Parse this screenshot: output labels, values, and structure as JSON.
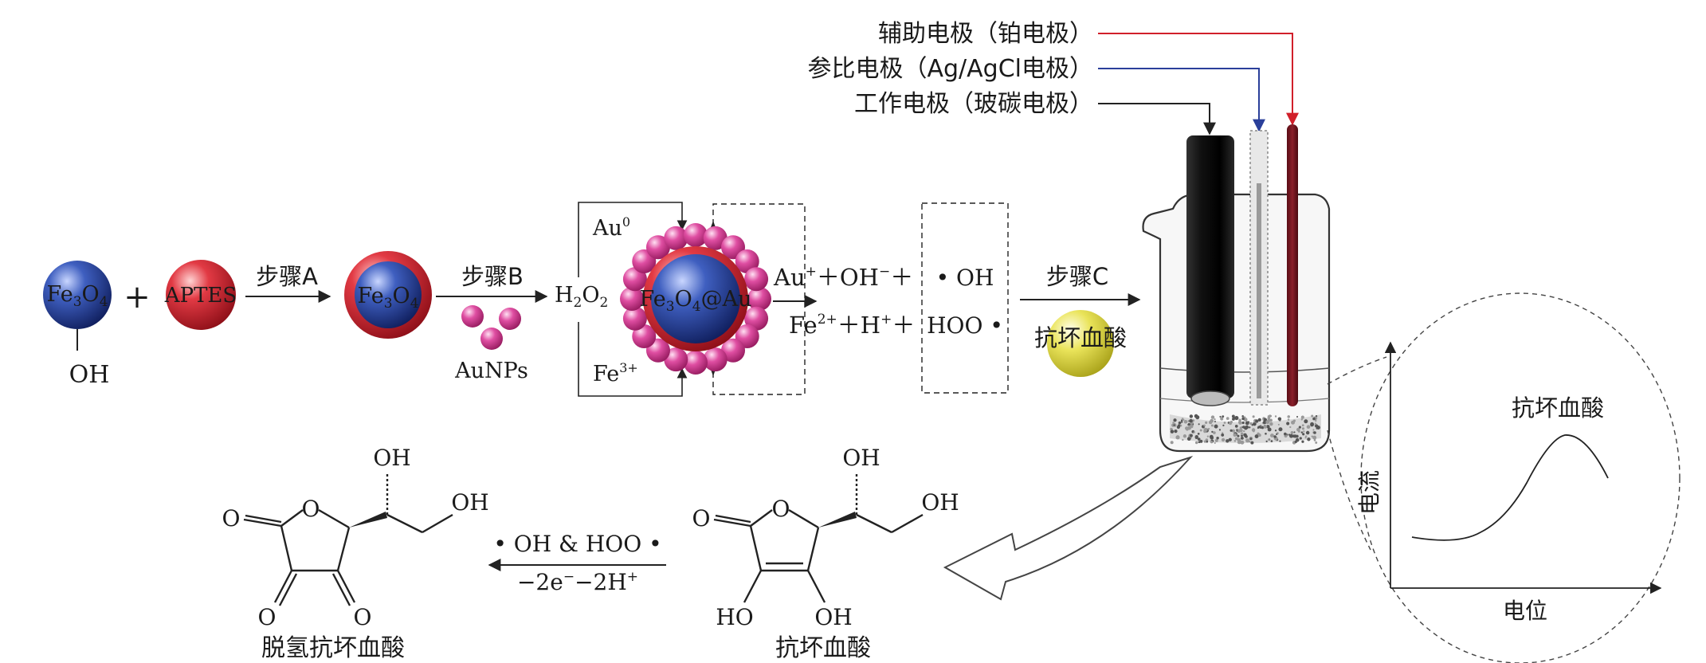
{
  "electrodes": {
    "auxiliary": "辅助电极（铂电极）",
    "reference": "参比电极（Ag/AgCl电极）",
    "working": "工作电极（玻碳电极）"
  },
  "reactants": {
    "fe3o4": {
      "base": "Fe",
      "s1": "3",
      "mid": "O",
      "s2": "4"
    },
    "oh": "OH",
    "plus": "+",
    "aptes": "APTES",
    "aunps": "AuNPs",
    "h2o2": {
      "base": "H",
      "s1": "2",
      "mid": "O",
      "s2": "2"
    },
    "composite": {
      "a": "Fe",
      "s1": "3",
      "b": "O",
      "s2": "4",
      "c": "@Au"
    },
    "au0": {
      "base": "Au",
      "sup": "0"
    },
    "fe3": {
      "base": "Fe",
      "sup": "3+"
    }
  },
  "steps": {
    "a": "步骤A",
    "b": "步骤B",
    "c": "步骤C"
  },
  "products": {
    "line1": {
      "au": "Au",
      "au_sup": "+",
      "oh": "＋OH",
      "oh_sup": "−",
      "plus": "＋"
    },
    "line2": {
      "fe": "Fe",
      "fe_sup": "2+",
      "h": "＋H",
      "h_sup": "+",
      "plus": "＋"
    },
    "radical_oh": "• OH",
    "radical_hoo": "HOO •"
  },
  "ascorbic_acid_label": "抗坏血酸",
  "reaction": {
    "top": "• OH & HOO •",
    "bottom": {
      "t1": "−2e",
      "s1": "−",
      "t2": "−2H",
      "s2": "+"
    }
  },
  "molecules": {
    "dehydro_name": "脱氢抗坏血酸",
    "ascorbic_name": "抗坏血酸",
    "atom_O": "O",
    "atom_OH": "OH",
    "atom_HO": "HO"
  },
  "inset_plot": {
    "ylabel": "电流",
    "xlabel": "电位",
    "peak_label": "抗坏血酸"
  },
  "colors": {
    "aux_line": "#d11f2a",
    "ref_line": "#2a3f9a",
    "work_line": "#222222",
    "aptes_red": "#d8232f",
    "fe3o4_blue": "#1c3a8a",
    "aunp_pink": "#d23a8f",
    "ascorbic_yellow": "#e6e14a"
  }
}
